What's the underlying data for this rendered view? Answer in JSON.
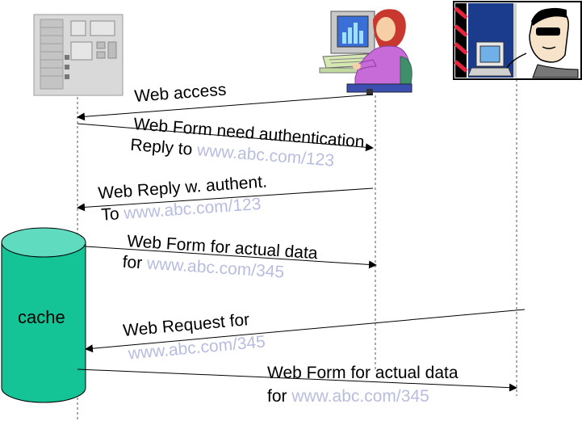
{
  "cache": {
    "label": "cache"
  },
  "messages": [
    {
      "id": "m1",
      "lines": [
        {
          "text": "Web access"
        }
      ]
    },
    {
      "id": "m2",
      "lines": [
        {
          "text": "Web Form need authentication"
        },
        {
          "text": "Reply to ",
          "url": "www.abc.com/123"
        }
      ]
    },
    {
      "id": "m3",
      "lines": [
        {
          "text": "Web Reply w. authent."
        },
        {
          "text": "To ",
          "url": "www.abc.com/123"
        }
      ]
    },
    {
      "id": "m4",
      "lines": [
        {
          "text": "Web Form for actual data"
        },
        {
          "text": "for ",
          "url": "www.abc.com/345"
        }
      ]
    },
    {
      "id": "m5",
      "lines": [
        {
          "text": "Web Request for"
        },
        {
          "text": "",
          "url": "www.abc.com/345"
        }
      ]
    },
    {
      "id": "m6",
      "lines": [
        {
          "text": "Web Form for actual data"
        },
        {
          "text": "for ",
          "url": "www.abc.com/345"
        }
      ]
    }
  ],
  "icons": [
    "server-icon",
    "user-at-computer-icon",
    "hacker-icon"
  ],
  "colors": {
    "cache": "#14c496",
    "cache_top": "#5fdcbf",
    "url": "#b8bde0",
    "line": "#000000",
    "lifeline": "#555555"
  }
}
